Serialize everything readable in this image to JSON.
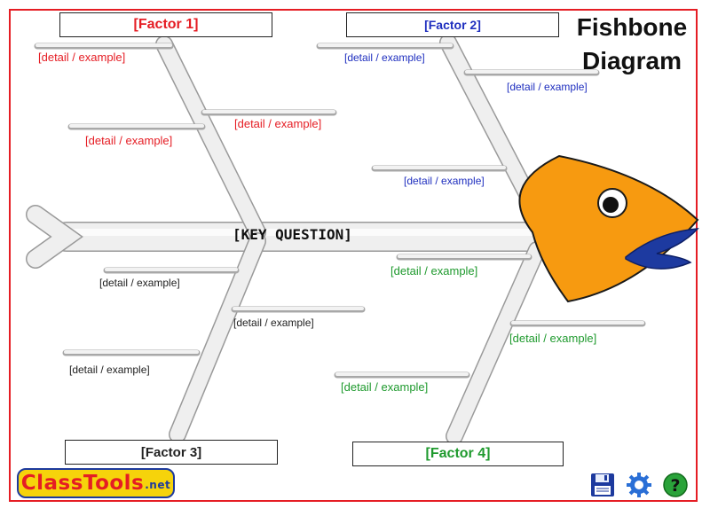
{
  "title_lines": [
    "Fishbone",
    "Diagram"
  ],
  "key_question": "[KEY QUESTION]",
  "factors": [
    {
      "label": "[Factor 1]",
      "color": "#e51d24"
    },
    {
      "label": "[Factor 2]",
      "color": "#1f2fbf"
    },
    {
      "label": "[Factor 3]",
      "color": "#222222"
    },
    {
      "label": "[Factor 4]",
      "color": "#1f9a2e"
    }
  ],
  "details": {
    "factor1": [
      "[detail / example]",
      "[detail / example]",
      "[detail / example]"
    ],
    "factor2": [
      "[detail / example]",
      "[detail / example]",
      "[detail / example]"
    ],
    "factor3": [
      "[detail / example]",
      "[detail / example]",
      "[detail / example]"
    ],
    "factor4": [
      "[detail / example]",
      "[detail / example]",
      "[detail / example]"
    ]
  },
  "logo": {
    "text": "ClassTools",
    "suffix": ".net"
  },
  "toolbar": {
    "save_icon": "floppy-disk-icon",
    "settings_icon": "gear-icon",
    "help_icon": "question-mark-icon"
  },
  "colors": {
    "border": "#e51d24",
    "fish_body": "#f79a10",
    "fish_lips": "#1d3aa0",
    "bone": "#e6e6e6"
  }
}
